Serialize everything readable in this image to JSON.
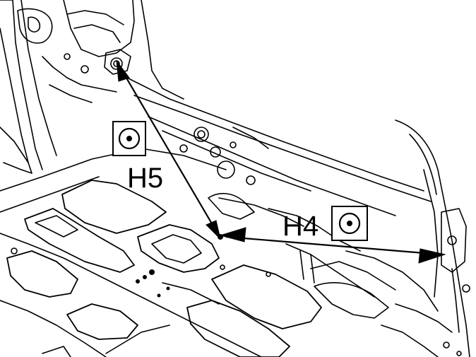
{
  "diagram": {
    "labels": {
      "h5": "H5",
      "h4": "H4"
    },
    "icons": {
      "h5_symbol": "measurement-point-symbol",
      "h4_symbol": "measurement-point-symbol"
    },
    "colors": {
      "line": "#000000",
      "background": "#ffffff"
    }
  }
}
